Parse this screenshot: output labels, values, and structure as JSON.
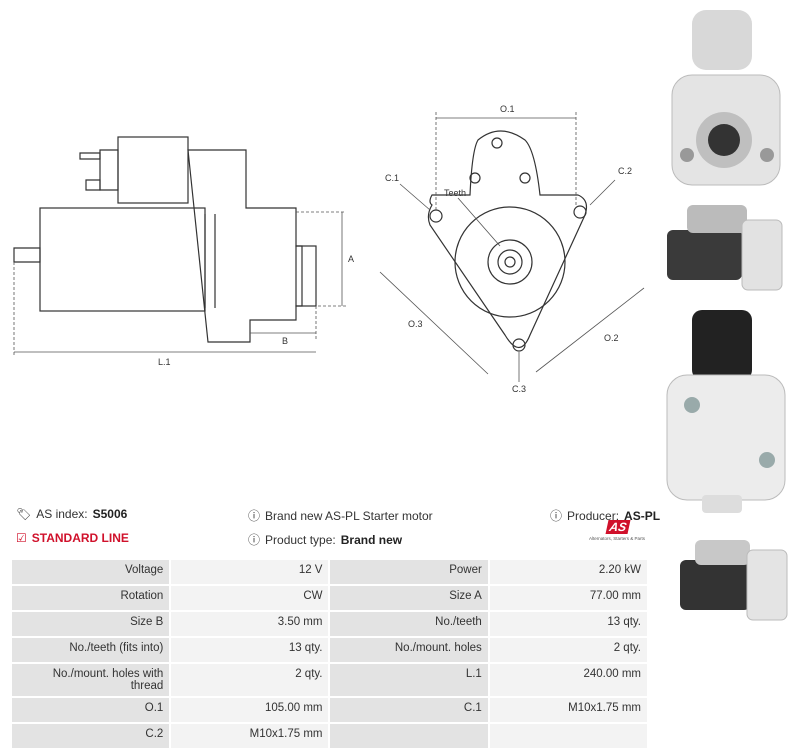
{
  "diagram_labels": {
    "a": "A",
    "b": "B",
    "l1": "L.1",
    "o1": "O.1",
    "o2": "O.2",
    "o3": "O.3",
    "c1": "C.1",
    "c2": "C.2",
    "c3": "C.3",
    "teeth": "Teeth"
  },
  "info": {
    "index_label": "AS index:",
    "index_value": "S5006",
    "description": "Brand new AS-PL Starter motor",
    "producer_label": "Producer:",
    "producer_value": "AS-PL",
    "line": "STANDARD LINE",
    "type_label": "Product type:",
    "type_value": "Brand new",
    "logo_text": "AS",
    "logo_tagline": "Alternators, Starters & Parts"
  },
  "specs": [
    [
      "Voltage",
      "12 V",
      "Power",
      "2.20 kW"
    ],
    [
      "Rotation",
      "CW",
      "Size A",
      "77.00 mm"
    ],
    [
      "Size B",
      "3.50 mm",
      "No./teeth",
      "13 qty."
    ],
    [
      "No./teeth (fits into)",
      "13 qty.",
      "No./mount. holes",
      "2 qty."
    ],
    [
      "No./mount. holes with thread",
      "2 qty.",
      "L.1",
      "240.00 mm"
    ],
    [
      "O.1",
      "105.00 mm",
      "C.1",
      "M10x1.75 mm"
    ],
    [
      "C.2",
      "M10x1.75 mm",
      "",
      ""
    ]
  ],
  "colors": {
    "accent_red": "#d0112b",
    "line": "#333333",
    "dim": "#555555"
  }
}
